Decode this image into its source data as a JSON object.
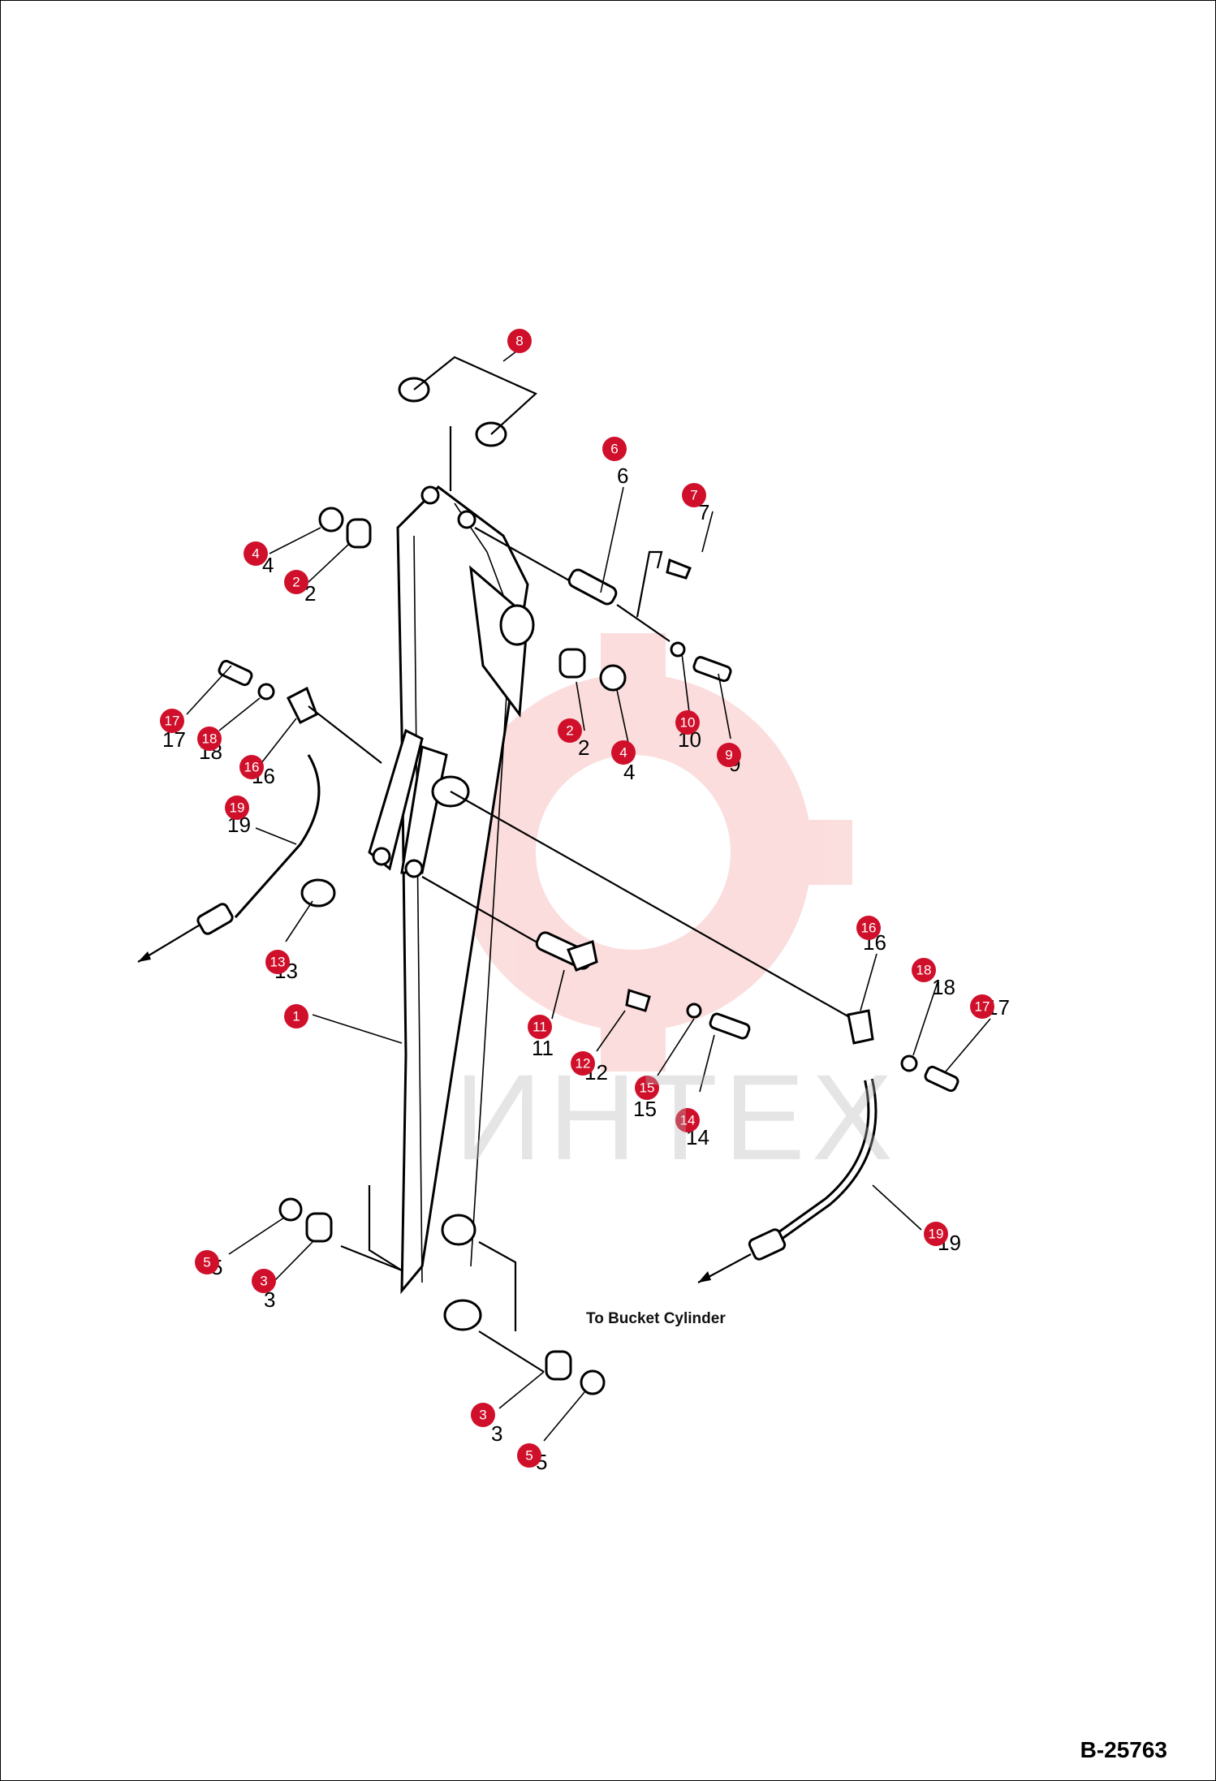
{
  "document": {
    "drawing_code": "B-25763",
    "note": "To Bucket Cylinder",
    "watermark_text": "ИНТЕХ"
  },
  "colors": {
    "callout": "#d0102b",
    "line": "#000000",
    "watermark": "#f4b3b3"
  },
  "callouts": [
    {
      "label": "8"
    },
    {
      "label": "6"
    },
    {
      "label": "7"
    },
    {
      "label": "4"
    },
    {
      "label": "2"
    },
    {
      "label": "2"
    },
    {
      "label": "4"
    },
    {
      "label": "10"
    },
    {
      "label": "9"
    },
    {
      "label": "17"
    },
    {
      "label": "18"
    },
    {
      "label": "16"
    },
    {
      "label": "19"
    },
    {
      "label": "13"
    },
    {
      "label": "1"
    },
    {
      "label": "11"
    },
    {
      "label": "12"
    },
    {
      "label": "15"
    },
    {
      "label": "14"
    },
    {
      "label": "16"
    },
    {
      "label": "18"
    },
    {
      "label": "17"
    },
    {
      "label": "19"
    },
    {
      "label": "5"
    },
    {
      "label": "3"
    },
    {
      "label": "3"
    },
    {
      "label": "5"
    }
  ],
  "part_numbers": [
    {
      "text": "6"
    },
    {
      "text": "7"
    },
    {
      "text": "4"
    },
    {
      "text": "2"
    },
    {
      "text": "2"
    },
    {
      "text": "4"
    },
    {
      "text": "10"
    },
    {
      "text": "9"
    },
    {
      "text": "17"
    },
    {
      "text": "18"
    },
    {
      "text": "16"
    },
    {
      "text": "19"
    },
    {
      "text": "13"
    },
    {
      "text": "11"
    },
    {
      "text": "12"
    },
    {
      "text": "15"
    },
    {
      "text": "14"
    },
    {
      "text": "16"
    },
    {
      "text": "18"
    },
    {
      "text": "17"
    },
    {
      "text": "19"
    },
    {
      "text": "5"
    },
    {
      "text": "3"
    },
    {
      "text": "3"
    },
    {
      "text": "5"
    }
  ]
}
